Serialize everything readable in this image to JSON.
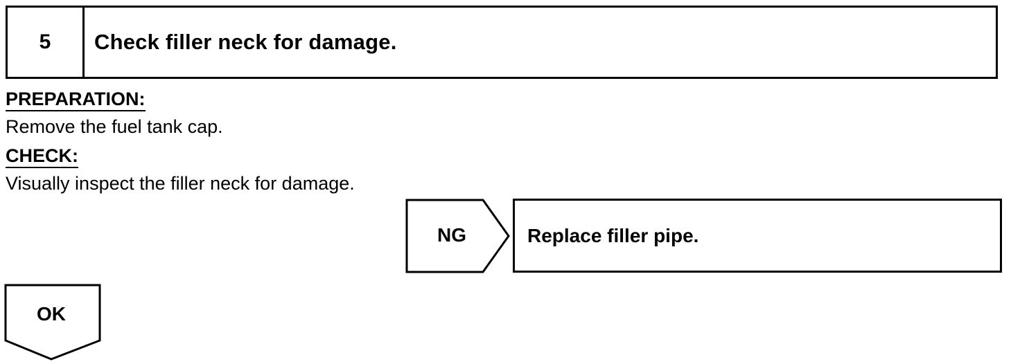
{
  "step": {
    "number": "5",
    "title": "Check filler neck for damage."
  },
  "preparation": {
    "heading": "PREPARATION:",
    "text": "Remove the fuel tank cap."
  },
  "check": {
    "heading": "CHECK:",
    "text": "Visually inspect the filler neck for damage."
  },
  "ng_branch": {
    "label": "NG",
    "action": "Replace filler pipe."
  },
  "ok_branch": {
    "label": "OK"
  }
}
